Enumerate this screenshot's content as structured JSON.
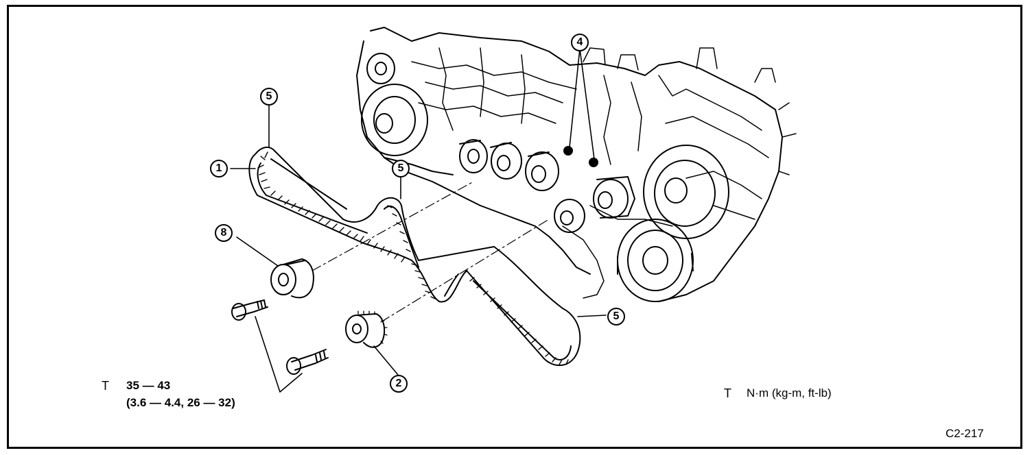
{
  "callouts": {
    "c1": "1",
    "c2": "2",
    "c4": "4",
    "c5a": "5",
    "c5b": "5",
    "c5c": "5",
    "c8": "8"
  },
  "torque_spec": {
    "symbol": "T",
    "range": "35 — 43",
    "alt_range": "(3.6 — 4.4, 26 — 32)"
  },
  "units_legend": {
    "symbol": "T",
    "text": "N·m (kg-m, ft-lb)"
  },
  "figure_code": "C2-217"
}
